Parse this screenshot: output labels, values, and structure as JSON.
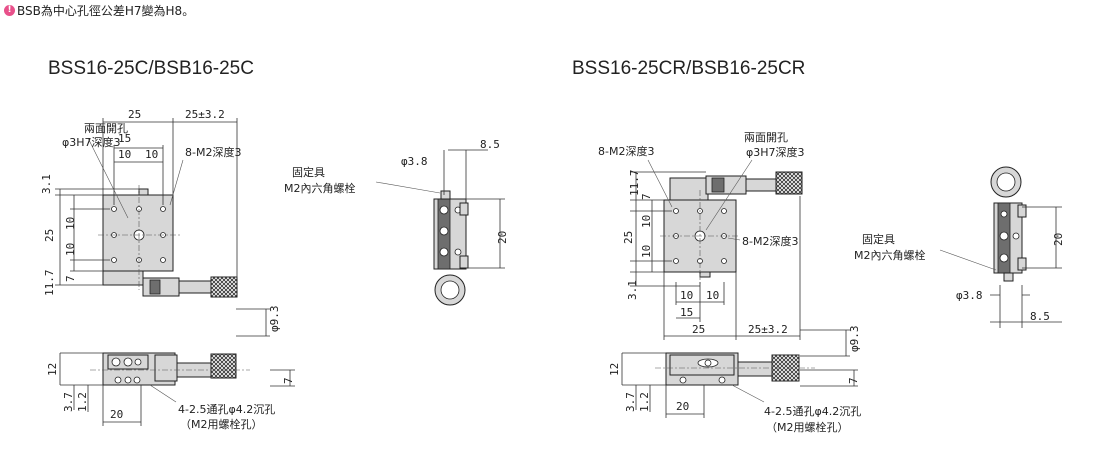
{
  "note": {
    "icon": "info-icon",
    "text": "BSB為中心孔徑公差H7變為H8。"
  },
  "left_model": {
    "title": "BSS16-25C/BSB16-25C",
    "labels": {
      "holes_both": "兩面開孔",
      "center_hole": "φ3H7深度3",
      "tapped": "8-M2深度3",
      "fixing": "固定具",
      "fixing_screw": "M2內六角螺栓",
      "mount_holes": "4-2.5通孔φ4.2沉孔",
      "mount_bolt": "（M2用螺栓孔）"
    },
    "dims": {
      "w25": "25",
      "travel": "25±3.2",
      "d15": "15",
      "d10a": "10",
      "d10b": "10",
      "v3_1": "3.1",
      "v10a": "10",
      "v25": "25",
      "v10b": "10",
      "v7": "7",
      "v11_7": "11.7",
      "phi3_8": "φ3.8",
      "d8_5": "8.5",
      "h20": "20",
      "phi9_3": "φ9.3",
      "h12": "12",
      "h3_7": "3.7",
      "h1_2": "1.2",
      "w20": "20",
      "h7": "7"
    }
  },
  "right_model": {
    "title": "BSS16-25CR/BSB16-25CR",
    "labels": {
      "tapped_top": "8-M2深度3",
      "holes_both": "兩面開孔",
      "center_hole": "φ3H7深度3",
      "tapped": "8-M2深度3",
      "fixing": "固定具",
      "fixing_screw": "M2內六角螺栓",
      "mount_holes": "4-2.5通孔φ4.2沉孔",
      "mount_bolt": "（M2用螺栓孔）"
    },
    "dims": {
      "v11_7": "11.7",
      "v7": "7",
      "v10a": "10",
      "v25": "25",
      "v10b": "10",
      "v3_1": "3.1",
      "d10a": "10",
      "d10b": "10",
      "d15": "15",
      "w25": "25",
      "travel": "25±3.2",
      "phi9_3": "φ9.3",
      "h20": "20",
      "phi3_8": "φ3.8",
      "d8_5": "8.5",
      "h12": "12",
      "h3_7": "3.7",
      "h1_2": "1.2",
      "w20": "20",
      "h7": "7"
    }
  }
}
